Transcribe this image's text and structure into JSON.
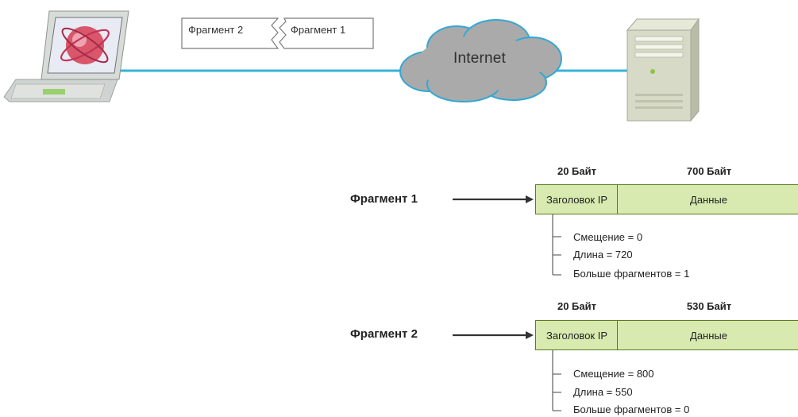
{
  "network": {
    "packets": [
      "Фрагмент 2",
      "Фрагмент 1"
    ],
    "cloud_label": "Internet"
  },
  "fragments": [
    {
      "title": "Фрагмент 1",
      "header_size": "20 Байт",
      "data_size": "700 Байт",
      "header_label": "Заголовок IP",
      "data_label": "Данные",
      "fields": [
        "Смещение = 0",
        "Длина = 720",
        "Больше фрагментов = 1"
      ]
    },
    {
      "title": "Фрагмент 2",
      "header_size": "20 Байт",
      "data_size": "530 Байт",
      "header_label": "Заголовок IP",
      "data_label": "Данные",
      "fields": [
        "Смещение = 800",
        "Длина = 550",
        "Больше фрагментов = 0"
      ]
    }
  ],
  "colors": {
    "cable": "#38b4d8",
    "cell_fill": "#d8eab0",
    "cell_border": "#5c7a1e",
    "cloud": "#a9aaa9"
  }
}
